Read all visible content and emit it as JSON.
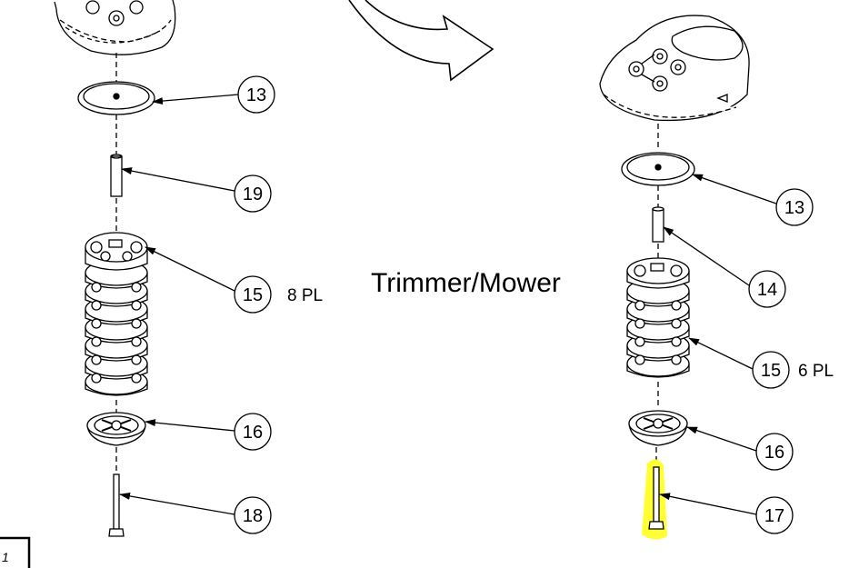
{
  "center_label": "Trimmer/Mower",
  "frame_corner_label": "1",
  "highlight_color": "#ffff33",
  "left_assembly": {
    "callouts": [
      {
        "label": "13",
        "qty": ""
      },
      {
        "label": "19",
        "qty": ""
      },
      {
        "label": "15",
        "qty": "8 PL"
      },
      {
        "label": "16",
        "qty": ""
      },
      {
        "label": "18",
        "qty": ""
      }
    ]
  },
  "right_assembly": {
    "callouts": [
      {
        "label": "13",
        "qty": ""
      },
      {
        "label": "14",
        "qty": ""
      },
      {
        "label": "15",
        "qty": "6 PL"
      },
      {
        "label": "16",
        "qty": ""
      },
      {
        "label": "17",
        "qty": ""
      }
    ]
  }
}
